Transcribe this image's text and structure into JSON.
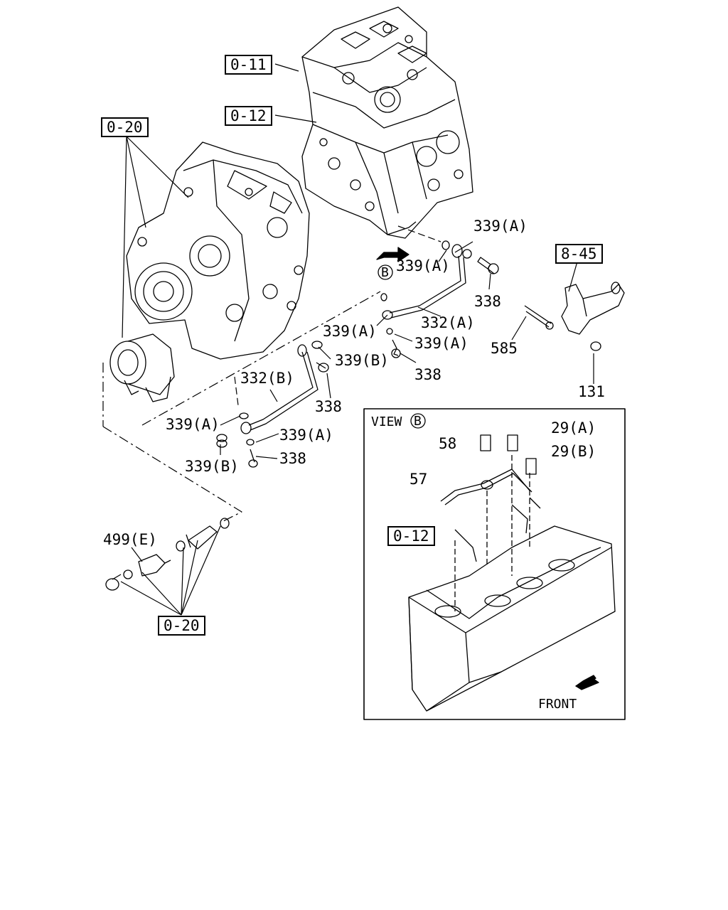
{
  "refs": {
    "r011": "0-11",
    "r012": "0-12",
    "r020_top": "0-20",
    "r020_bottom": "0-20",
    "r845": "8-45",
    "r012_view": "0-12"
  },
  "parts": {
    "p339a_1": "339(A)",
    "p339a_2": "339(A)",
    "p339a_3": "339(A)",
    "p339a_4": "339(A)",
    "p339a_5": "339(A)",
    "p339a_6": "339(A)",
    "p339b_1": "339(B)",
    "p339b_2": "339(B)",
    "p338_1": "338",
    "p338_2": "338",
    "p338_3": "338",
    "p338_4": "338",
    "p332a": "332(A)",
    "p332b": "332(B)",
    "p585": "585",
    "p131": "131",
    "p499e": "499(E)"
  },
  "view": {
    "title": "VIEW",
    "marker": "B",
    "p58": "58",
    "p57": "57",
    "p29a": "29(A)",
    "p29b": "29(B)",
    "front": "FRONT"
  },
  "markers": {
    "b_main": "B"
  }
}
